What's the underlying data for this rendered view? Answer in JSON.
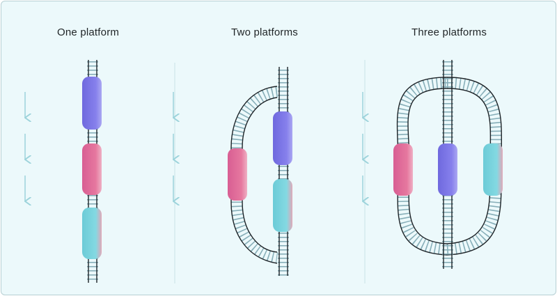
{
  "panels": [
    {
      "title": "One platform"
    },
    {
      "title": "Two platforms"
    },
    {
      "title": "Three platforms"
    }
  ],
  "colors": {
    "background": "#ecf9fb",
    "rail": "#1d2327",
    "sleeper": "#86aeb8",
    "arrow": "#9cd3db",
    "purple_train": "#7d77e6",
    "pink_train": "#e06d9e",
    "cyan_train": "#78d4df"
  },
  "icons": [
    "down-arrow-icon",
    "train-icon",
    "railway-track"
  ]
}
